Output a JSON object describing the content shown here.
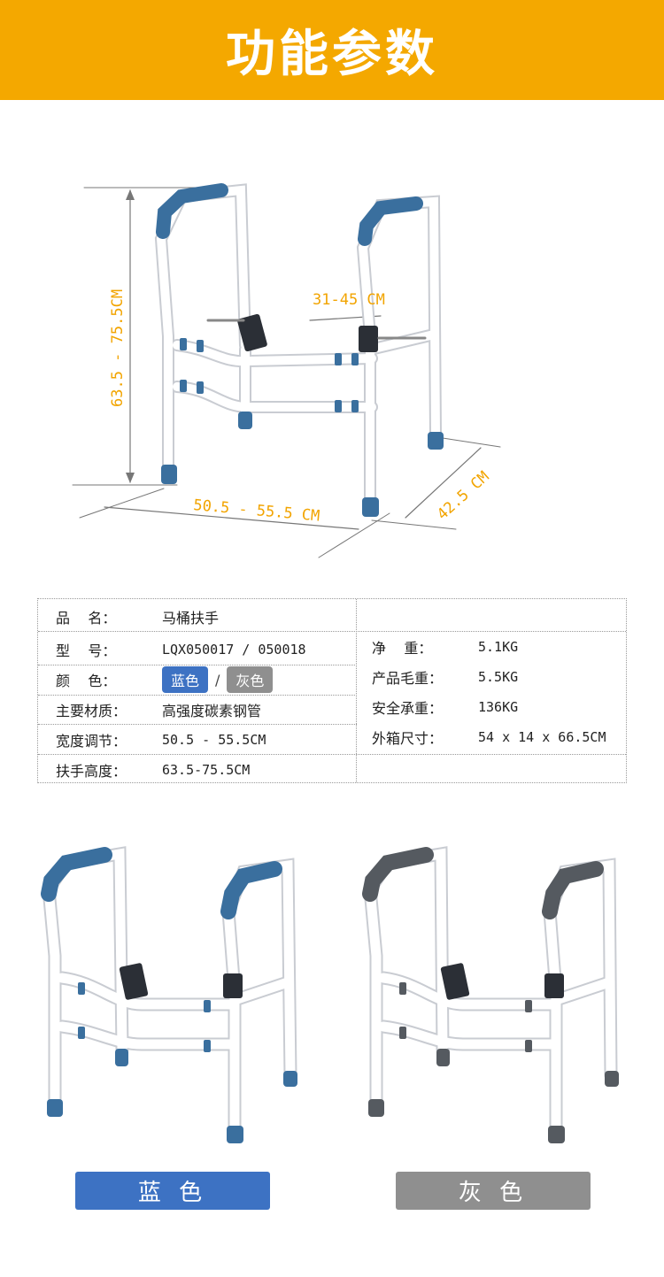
{
  "header": {
    "title": "功能参数"
  },
  "dimensions": {
    "height": "63.5 - 75.5CM",
    "gap": "31-45 CM",
    "width": "50.5 - 55.5 CM",
    "depth": "42.5 CM"
  },
  "specs": {
    "name_label": "品    名：",
    "name_value": "马桶扶手",
    "model_label": "型    号：",
    "model_value": "LQX050017 / 050018",
    "color_label": "颜    色：",
    "color_blue": "蓝色",
    "color_slash": "/",
    "color_gray": "灰色",
    "material_label": "主要材质：",
    "material_value": "高强度碳素钢管",
    "width_label": "宽度调节：",
    "width_value": "50.5 - 55.5CM",
    "height_label": "扶手高度：",
    "height_value": "63.5-75.5CM",
    "net_label": "净    重：",
    "net_value": "5.1KG",
    "gross_label": "产品毛重：",
    "gross_value": "5.5KG",
    "load_label": "安全承重：",
    "load_value": "136KG",
    "box_label": "外箱尺寸：",
    "box_value": "54 x 14 x 66.5CM"
  },
  "variants": {
    "blue_label": "蓝 色",
    "gray_label": "灰 色",
    "blue_color": "#3d72c3",
    "gray_color": "#8f8f8f"
  }
}
